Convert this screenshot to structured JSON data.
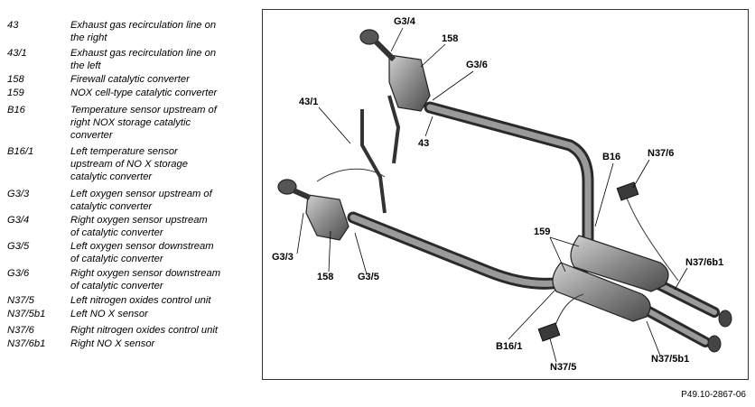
{
  "legend": [
    {
      "code": "43",
      "desc_lines": [
        "Exhaust gas recirculation line on",
        "the right"
      ]
    },
    {
      "code": "43/1",
      "desc_lines": [
        "Exhaust gas recirculation line on",
        "the left"
      ]
    },
    {
      "code": "158",
      "desc_lines": [
        "Firewall catalytic converter"
      ]
    },
    {
      "code": "159",
      "desc_lines": [
        "NOX cell-type catalytic converter"
      ]
    },
    {
      "code": "B16",
      "desc_lines": [
        "Temperature sensor upstream of",
        "right NOX storage catalytic",
        "converter"
      ]
    },
    {
      "code": "B16/1",
      "desc_lines": [
        "Left temperature sensor",
        "upstream of NO X storage",
        "catalytic converter"
      ]
    },
    {
      "code": "G3/3",
      "desc_lines": [
        "Left oxygen sensor upstream of",
        "catalytic converter"
      ]
    },
    {
      "code": "G3/4",
      "desc_lines": [
        "Right oxygen sensor upstream",
        "of catalytic converter"
      ]
    },
    {
      "code": "G3/5",
      "desc_lines": [
        "Left oxygen sensor downstream",
        "of catalytic converter"
      ]
    },
    {
      "code": "G3/6",
      "desc_lines": [
        "Right oxygen sensor downstream",
        "of catalytic converter"
      ]
    },
    {
      "code": "N37/5",
      "desc_lines": [
        "Left nitrogen oxides control unit"
      ]
    },
    {
      "code": "N37/5b1",
      "desc_lines": [
        "Left NO X sensor"
      ]
    },
    {
      "code": "N37/6",
      "desc_lines": [
        "Right nitrogen oxides control unit"
      ]
    },
    {
      "code": "N37/6b1",
      "desc_lines": [
        "Right NO X sensor"
      ]
    }
  ],
  "callouts": {
    "g34": "G3/4",
    "c158a": "158",
    "g36": "G3/6",
    "c431": "43/1",
    "c43": "43",
    "b16": "B16",
    "n376": "N37/6",
    "c159": "159",
    "g33": "G3/3",
    "c158b": "158",
    "g35": "G3/5",
    "n376b1": "N37/6b1",
    "b161": "B16/1",
    "n375": "N37/5",
    "n375b1": "N37/5b1"
  },
  "figure_ref": "P49.10-2867-06"
}
